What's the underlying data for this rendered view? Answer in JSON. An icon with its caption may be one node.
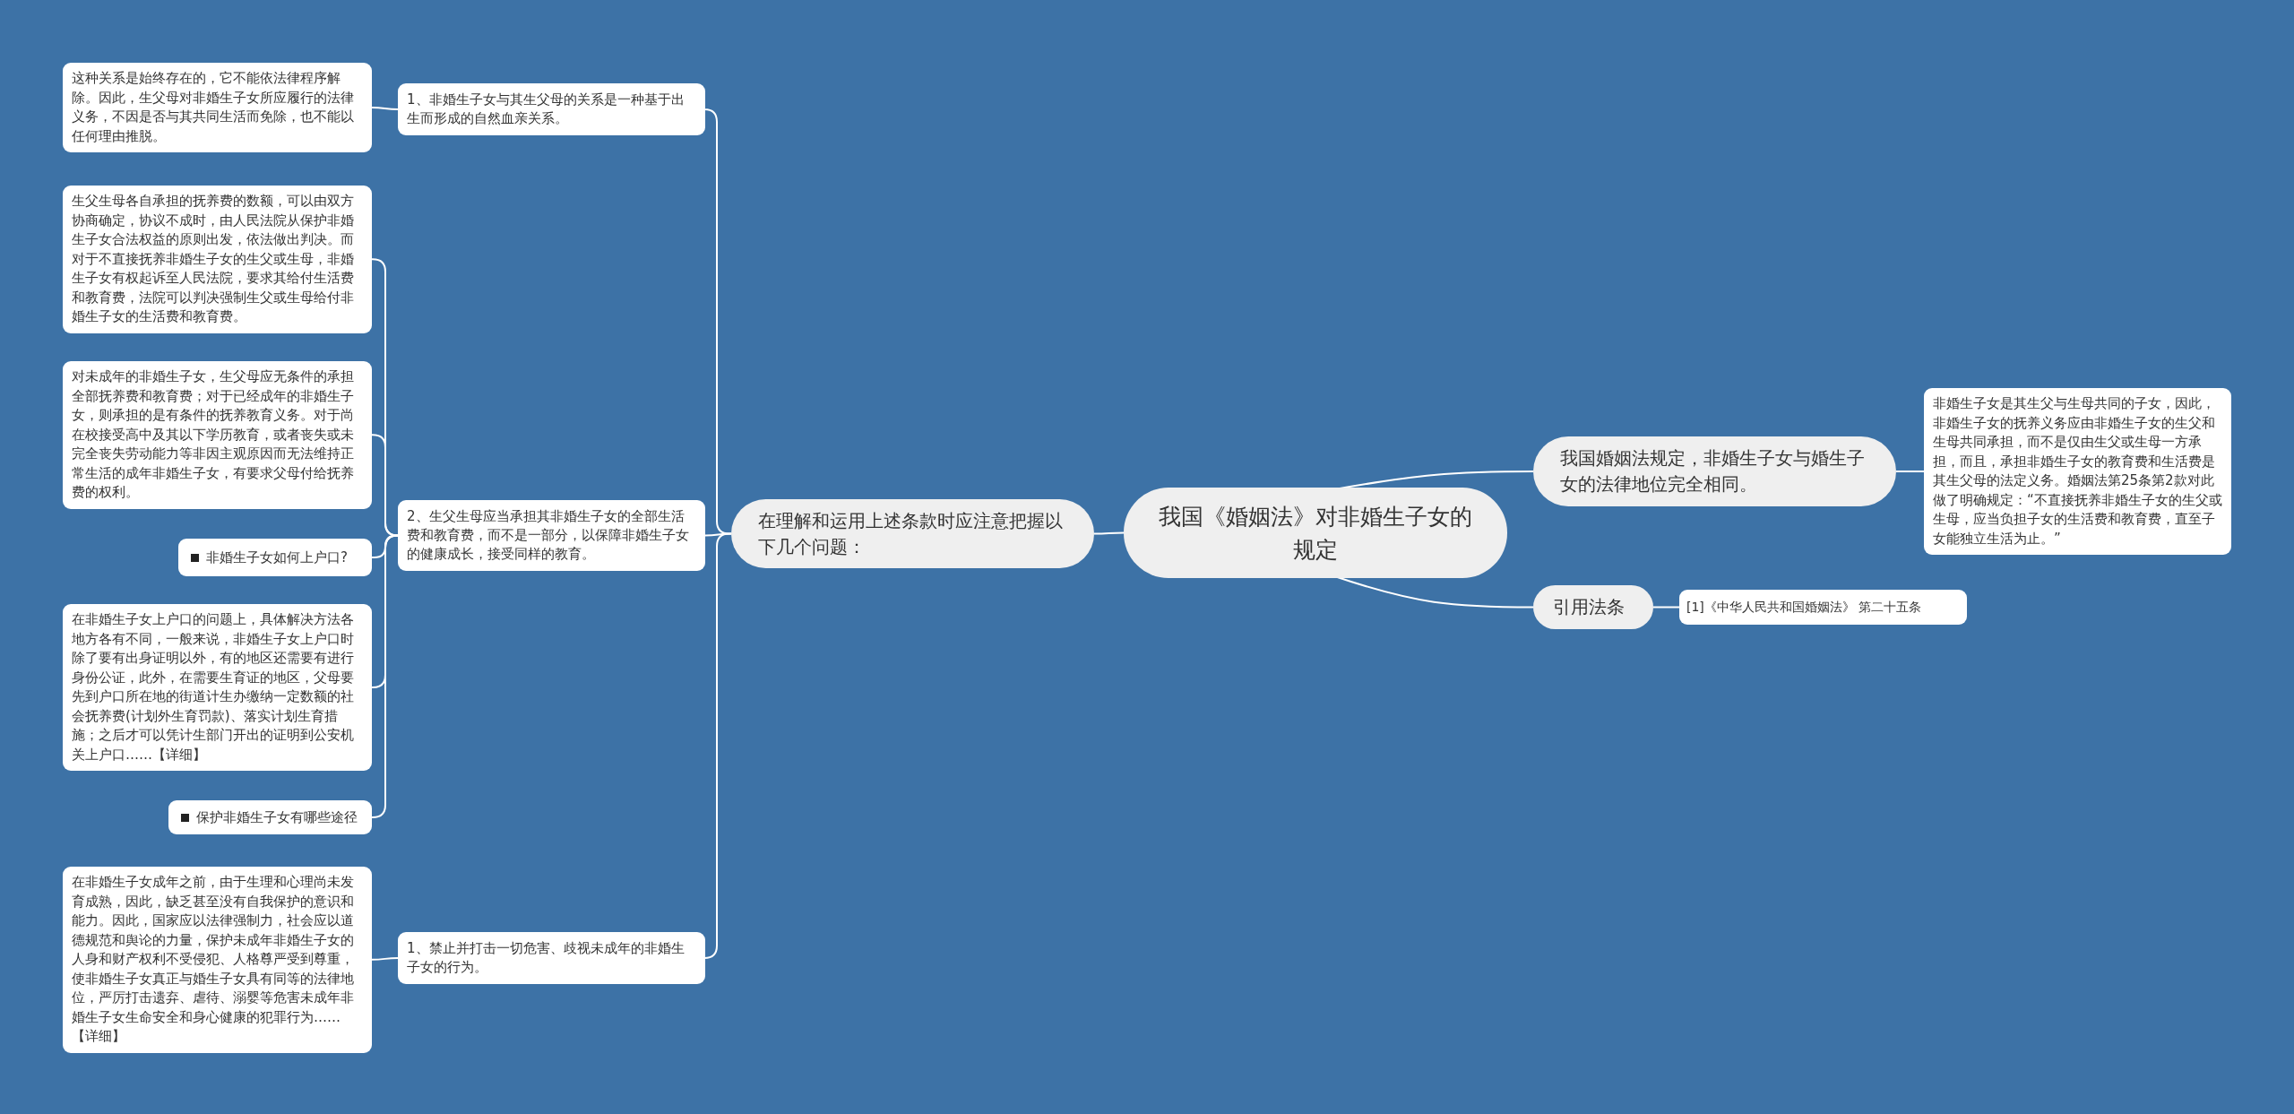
{
  "diagram": {
    "nodes": [
      {
        "text": [
          "我国《婚姻法》对非婚生子女的规定"
        ]
      },
      {
        "text": [
          "在理解和运用上述条款时应注意把握以下几个问题："
        ]
      },
      {
        "text": [
          "1、非婚生子女与其生父母的关系是一种基于出生而形成的自然血亲关系。"
        ]
      },
      {
        "text": [
          "这种关系是始终存在的，它不能依法律程序解除。因此，生父母对非婚生子女所应履行的法律义务，不因是否与其共同生活而免除，也不能以任何理由推脱。"
        ]
      },
      {
        "text": [
          "2、生父生母应当承担其非婚生子女的全部生活费和教育费，而不是一部分，以保障非婚生子女的健康成长，接受同样的教育。"
        ]
      },
      {
        "text": [
          "生父生母各自承担的抚养费的数额，可以由双方协商确定，协议不成时，由人民法院从保护非婚生子女合法权益的原则出发，依法做出判决。而对于不直接抚养非婚生子女的生父或生母，非婚生子女有权起诉至人民法院，要求其给付生活费和教育费，法院可以判决强制生父或生母给付非婚生子女的生活费和教育费。"
        ]
      },
      {
        "text": [
          "对未成年的非婚生子女，生父母应无条件的承担全部抚养费和教育费；对于已经成年的非婚生子女，则承担的是有条件的抚养教育义务。对于尚在校接受高中及其以下学历教育，或者丧失或未完全丧失劳动能力等非因主观原因而无法维持正常生活的成年非婚生子女，有要求父母付给抚养费的权利。"
        ]
      },
      {
        "text": [
          "非婚生子女如何上户口?"
        ]
      },
      {
        "text": [
          "在非婚生子女上户口的问题上，具体解决方法各地方各有不同，一般来说，非婚生子女上户口时除了要有出身证明以外，有的地区还需要有进行身份公证，此外，在需要生育证的地区，父母要先到户口所在地的街道计生办缴纳一定数额的社会抚养费(计划外生育罚款)、落实计划生育措施；之后才可以凭计生部门开出的证明到公安机关上户口……【详细】"
        ]
      },
      {
        "text": [
          "保护非婚生子女有哪些途径"
        ]
      },
      {
        "text": [
          "1、禁止并打击一切危害、歧视未成年的非婚生子女的行为。"
        ]
      },
      {
        "text": [
          "在非婚生子女成年之前，由于生理和心理尚未发育成熟，因此，缺乏甚至没有自我保护的意识和能力。因此，国家应以法律强制力，社会应以道德规范和舆论的力量，保护未成年非婚生子女的人身和财产权利不受侵犯、人格尊严受到尊重，使非婚生子女真正与婚生子女具有同等的法律地位，严厉打击遗弃、虐待、溺婴等危害未成年非婚生子女生命安全和身心健康的犯罪行为……【详细】"
        ]
      },
      {
        "text": [
          "我国婚姻法规定，非婚生子女与婚生子女的法律地位完全相同。"
        ]
      },
      {
        "text": [
          "非婚生子女是其生父与生母共同的子女，因此，非婚生子女的抚养义务应由非婚生子女的生父和生母共同承担，而不是仅由生父或生母一方承担，而且，承担非婚生子女的教育费和生活费是其生父母的法定义务。婚姻法第25条第2款对此做了明确规定：“不直接抚养非婚生子女的生父或生母，应当负担子女的生活费和教育费，直至子女能独立生活为止。”"
        ]
      },
      {
        "text": [
          "引用法条"
        ]
      },
      {
        "text": [
          "[1]《中华人民共和国婚姻法》 第二十五条"
        ]
      }
    ],
    "edges": [
      {
        "from": 0,
        "to": 1,
        "arrow": "none"
      },
      {
        "from": 1,
        "to": 2,
        "arrow": "none"
      },
      {
        "from": 1,
        "to": 4,
        "arrow": "none"
      },
      {
        "from": 1,
        "to": 10,
        "arrow": "none"
      },
      {
        "from": 2,
        "to": 3,
        "arrow": "none"
      },
      {
        "from": 4,
        "to": 5,
        "arrow": "none"
      },
      {
        "from": 4,
        "to": 6,
        "arrow": "none"
      },
      {
        "from": 4,
        "to": 7,
        "arrow": "none"
      },
      {
        "from": 4,
        "to": 8,
        "arrow": "none"
      },
      {
        "from": 4,
        "to": 9,
        "arrow": "none"
      },
      {
        "from": 10,
        "to": 11,
        "arrow": "none"
      },
      {
        "from": 0,
        "to": 12,
        "arrow": "none"
      },
      {
        "from": 12,
        "to": 13,
        "arrow": "none"
      },
      {
        "from": 0,
        "to": 14,
        "arrow": "none"
      },
      {
        "from": 14,
        "to": 15,
        "arrow": "none"
      }
    ]
  }
}
